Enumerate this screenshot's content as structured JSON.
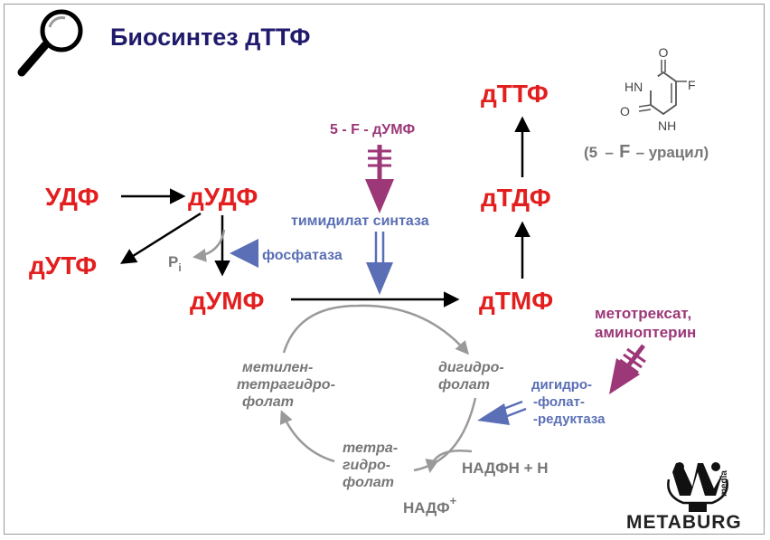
{
  "title": "Биосинтез дТТФ",
  "compounds": {
    "udp": "УДФ",
    "dudp": "дУДФ",
    "dutp": "дУТФ",
    "dump": "дУМФ",
    "dtmp": "дТМФ",
    "dtdp": "дТДФ",
    "dttp": "дТТФ"
  },
  "pi": {
    "p": "P",
    "sub": "i"
  },
  "enzymes": {
    "phosphatase": "фосфатаза",
    "thymidylate_synthase": "тимидилат синтаза",
    "dhfr": [
      "дигидро-",
      "-фолат-",
      "-редуктаза"
    ]
  },
  "inhibitors": {
    "five_f_dump": "5 - F - дУМФ",
    "methotrexate": [
      "метотрексат,",
      "аминоптерин"
    ]
  },
  "folate_cycle": {
    "methylene_thf": [
      "метилен-",
      "тетрагидро-",
      "фолат"
    ],
    "dihydrofolate": [
      "дигидро-",
      "фолат"
    ],
    "thf": [
      "тетра-",
      "гидро-",
      "фолат"
    ],
    "nadph": "НАДФН + Н",
    "nadp": "НАДФ",
    "nadp_sup": "+"
  },
  "structure": {
    "o_top": "O",
    "hn": "HN",
    "f": "F",
    "o_left": "O",
    "nh": "NH",
    "caption": [
      "(5",
      "–",
      "F",
      "– урацил)"
    ]
  },
  "logo": {
    "text": "METABURG",
    "small": "media"
  },
  "colors": {
    "red": "#e31e1e",
    "navy": "#1f1a6b",
    "blue": "#5a6fb5",
    "purple": "#9c3778",
    "grey": "#999999"
  }
}
